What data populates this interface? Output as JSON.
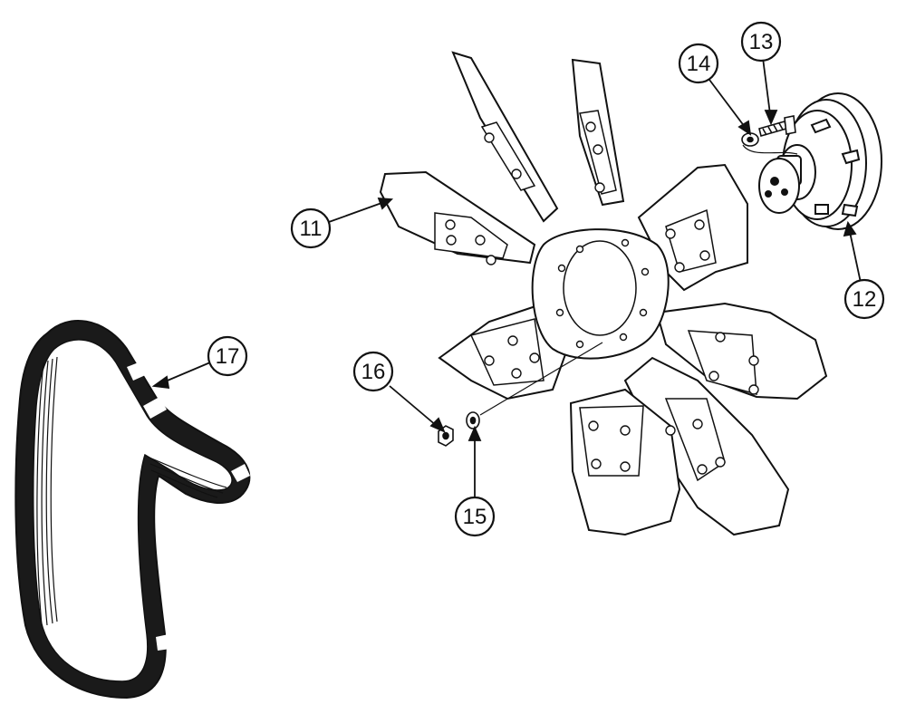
{
  "colors": {
    "ink": "#111111",
    "paper": "#ffffff",
    "belt": "#1a1a1a"
  },
  "callouts": [
    {
      "id": "11",
      "label": "11",
      "part": "fan"
    },
    {
      "id": "12",
      "label": "12",
      "part": "fan-clutch-pulley"
    },
    {
      "id": "13",
      "label": "13",
      "part": "bolt"
    },
    {
      "id": "14",
      "label": "14",
      "part": "nut"
    },
    {
      "id": "15",
      "label": "15",
      "part": "washer"
    },
    {
      "id": "16",
      "label": "16",
      "part": "nut"
    },
    {
      "id": "17",
      "label": "17",
      "part": "drive-belt"
    }
  ]
}
